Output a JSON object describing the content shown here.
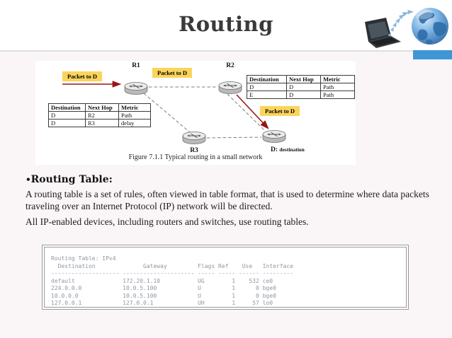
{
  "header": {
    "title": "Routing",
    "accent_color": "#3e96d4"
  },
  "figure": {
    "caption": "Figure 7.1.1 Typical routing in a small network",
    "nodes": {
      "r1": "R1",
      "r2": "R2",
      "r3": "R3",
      "d": "D:",
      "d_sub": "destination"
    },
    "packet1": "Packet to D",
    "packet2": "Packet to D",
    "packet3": "Packet to D",
    "left_table": {
      "headers": [
        "Destination",
        "Next Hop",
        "Metric"
      ],
      "rows": [
        [
          "D",
          "R2",
          "Path"
        ],
        [
          "D",
          "R3",
          "delay"
        ]
      ]
    },
    "right_table": {
      "headers": [
        "Destination",
        "Next Hop",
        "Metric"
      ],
      "rows": [
        [
          "D",
          "D",
          "Path"
        ],
        [
          "E",
          "D",
          "Path"
        ]
      ]
    },
    "colors": {
      "packet_bg": "#fbd45c",
      "arrow_red": "#991616"
    }
  },
  "body": {
    "bullet": "•",
    "heading": "Routing Table:",
    "para1": "A routing table is a set of rules, often viewed in table format, that is used to determine where data packets traveling over an Internet Protocol (IP) network will be directed.",
    "para2": "All IP-enabled devices, including routers and switches, use routing tables."
  },
  "terminal": {
    "text": "Routing Table: IPv4\n  Destination              Gateway         Flags Ref    Use   Interface\n-------------------- --------------------- ----- ----- ------ ---------\ndefault              172.20.1.10           UG        1    532 ce0\n224.0.0.0            10.0.5.100            U         1      0 bge0\n10.0.0.0             10.0.5.100            U         1      0 bge0\n127.0.0.1            127.0.0.1             UH        1     57 lo0"
  }
}
